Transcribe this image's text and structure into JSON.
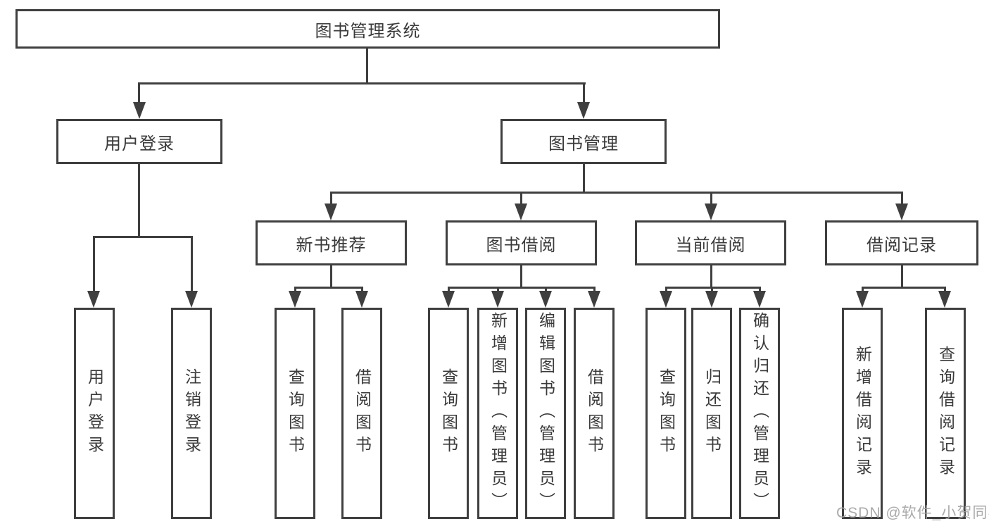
{
  "root": {
    "label": "图书管理系统"
  },
  "level2": {
    "login": "用户登录",
    "management": "图书管理"
  },
  "level3": {
    "recommend": "新书推荐",
    "borrow": "图书借阅",
    "current": "当前借阅",
    "records": "借阅记录"
  },
  "leaves": {
    "login": [
      "用户登录",
      "注销登录"
    ],
    "recommend": [
      "查询图书",
      "借阅图书"
    ],
    "borrow": [
      "查询图书",
      "新增图书（管理员）",
      "编辑图书（管理员）",
      "借阅图书"
    ],
    "current": [
      "查询图书",
      "归还图书",
      "确认归还（管理员）"
    ],
    "records": [
      "新增借阅记录",
      "查询借阅记录"
    ]
  },
  "watermark": "CSDN @软件_小贺同学",
  "colors": {
    "line": "#3f3f3f",
    "text": "#3a3a3a",
    "watermark": "#a3a3a3",
    "background": "#ffffff"
  }
}
